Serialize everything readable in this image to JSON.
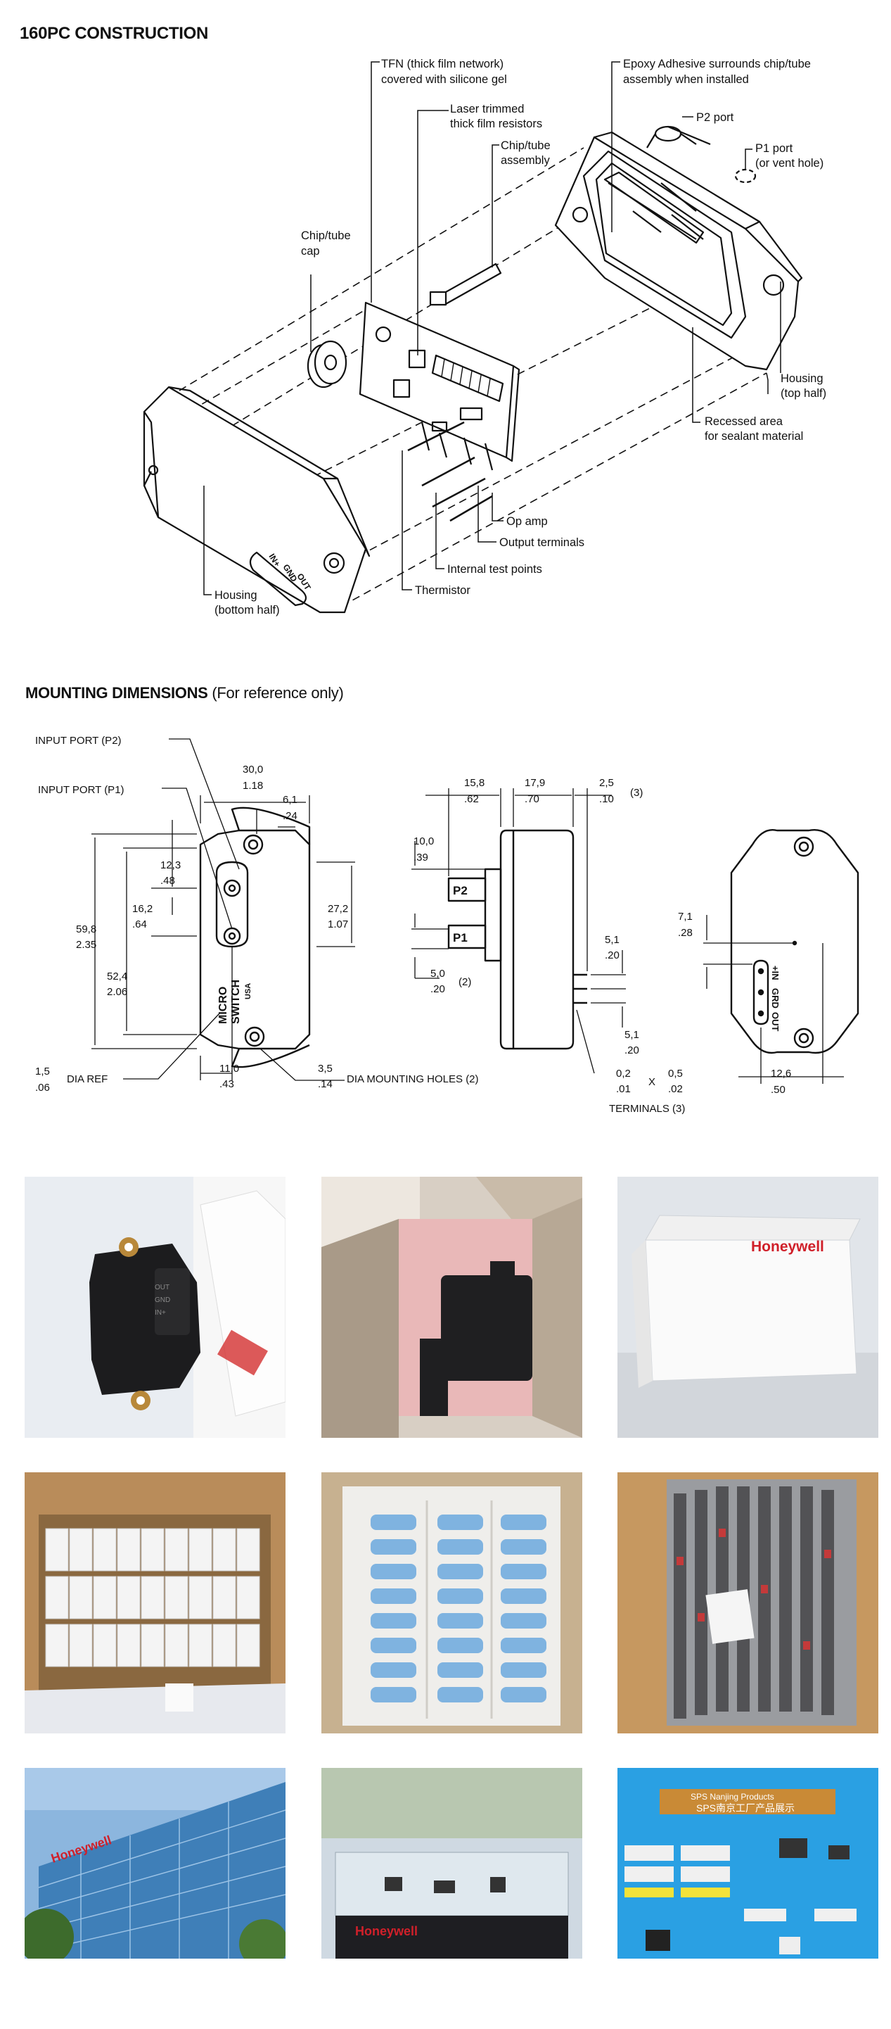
{
  "construction": {
    "title": "160PC CONSTRUCTION",
    "labels": {
      "tfn_1": "TFN (thick film network)",
      "tfn_2": "covered with silicone gel",
      "epoxy_1": "Epoxy Adhesive surrounds chip/tube",
      "epoxy_2": "assembly when installed",
      "laser_1": "Laser trimmed",
      "laser_2": "thick film resistors",
      "p2port": "P2 port",
      "p1port_1": "P1 port",
      "p1port_2": "(or vent hole)",
      "chiptube_1": "Chip/tube",
      "chiptube_2": "assembly",
      "chipcap_1": "Chip/tube",
      "chipcap_2": "cap",
      "housing_top_1": "Housing",
      "housing_top_2": "(top half)",
      "recessed_1": "Recessed area",
      "recessed_2": "for sealant material",
      "opamp": "Op amp",
      "output_terminals": "Output terminals",
      "internal_test": "Internal test points",
      "thermistor": "Thermistor",
      "housing_bot_1": "Housing",
      "housing_bot_2": "(bottom half)",
      "pin_in": "IN+",
      "pin_gnd": "GND",
      "pin_out": "OUT"
    }
  },
  "mounting": {
    "title": "MOUNTING DIMENSIONS",
    "subtitle": " (For reference only)",
    "labels": {
      "input_p2": "INPUT PORT (P2)",
      "input_p1": "INPUT PORT (P1)",
      "w_mm": "30,0",
      "w_in": "1.18",
      "d61_mm": "6,1",
      "d61_in": ".24",
      "d123_mm": "12,3",
      "d123_in": ".48",
      "d162_mm": "16,2",
      "d162_in": ".64",
      "d272_mm": "27,2",
      "d272_in": "1.07",
      "d598_mm": "59,8",
      "d598_in": "2.35",
      "d524_mm": "52,4",
      "d524_in": "2.06",
      "dia_mm": "1,5",
      "dia_in": ".06",
      "dia_ref": "DIA REF",
      "d110_mm": "11,0",
      "d110_in": ".43",
      "d35_mm": "3,5",
      "d35_in": ".14",
      "holes": "DIA MOUNTING HOLES  (2)",
      "micro": "MICRO",
      "switch": "SWITCH",
      "usa": "USA",
      "d158_mm": "15,8",
      "d158_in": ".62",
      "d179_mm": "17,9",
      "d179_in": ".70",
      "d25_mm": "2,5",
      "d25_in": ".10",
      "d25_n": "(3)",
      "d100_mm": "10,0",
      "d100_in": ".39",
      "p2": "P2",
      "p1": "P1",
      "d50_mm": "5,0",
      "d50_in": ".20",
      "d50_n": "(2)",
      "d51a_mm": "5,1",
      "d51a_in": ".20",
      "d51b_mm": "5,1",
      "d51b_in": ".20",
      "d02_mm": "0,2",
      "d02_in": ".01",
      "times": "X",
      "d05_mm": "0,5",
      "d05_in": ".02",
      "terminals": "TERMINALS  (3)",
      "d71_mm": "7,1",
      "d71_in": ".28",
      "d126_mm": "12,6",
      "d126_in": ".50",
      "pin_in": "+IN",
      "pin_gnd": "GRD",
      "pin_out": "OUT"
    }
  },
  "photos": {
    "brand_label": "Honeywell",
    "showroom_sign_1": "SPS Nanjing Products",
    "showroom_sign_2": "SPS南京工厂产品展示",
    "brand_color": "#d0202a"
  }
}
